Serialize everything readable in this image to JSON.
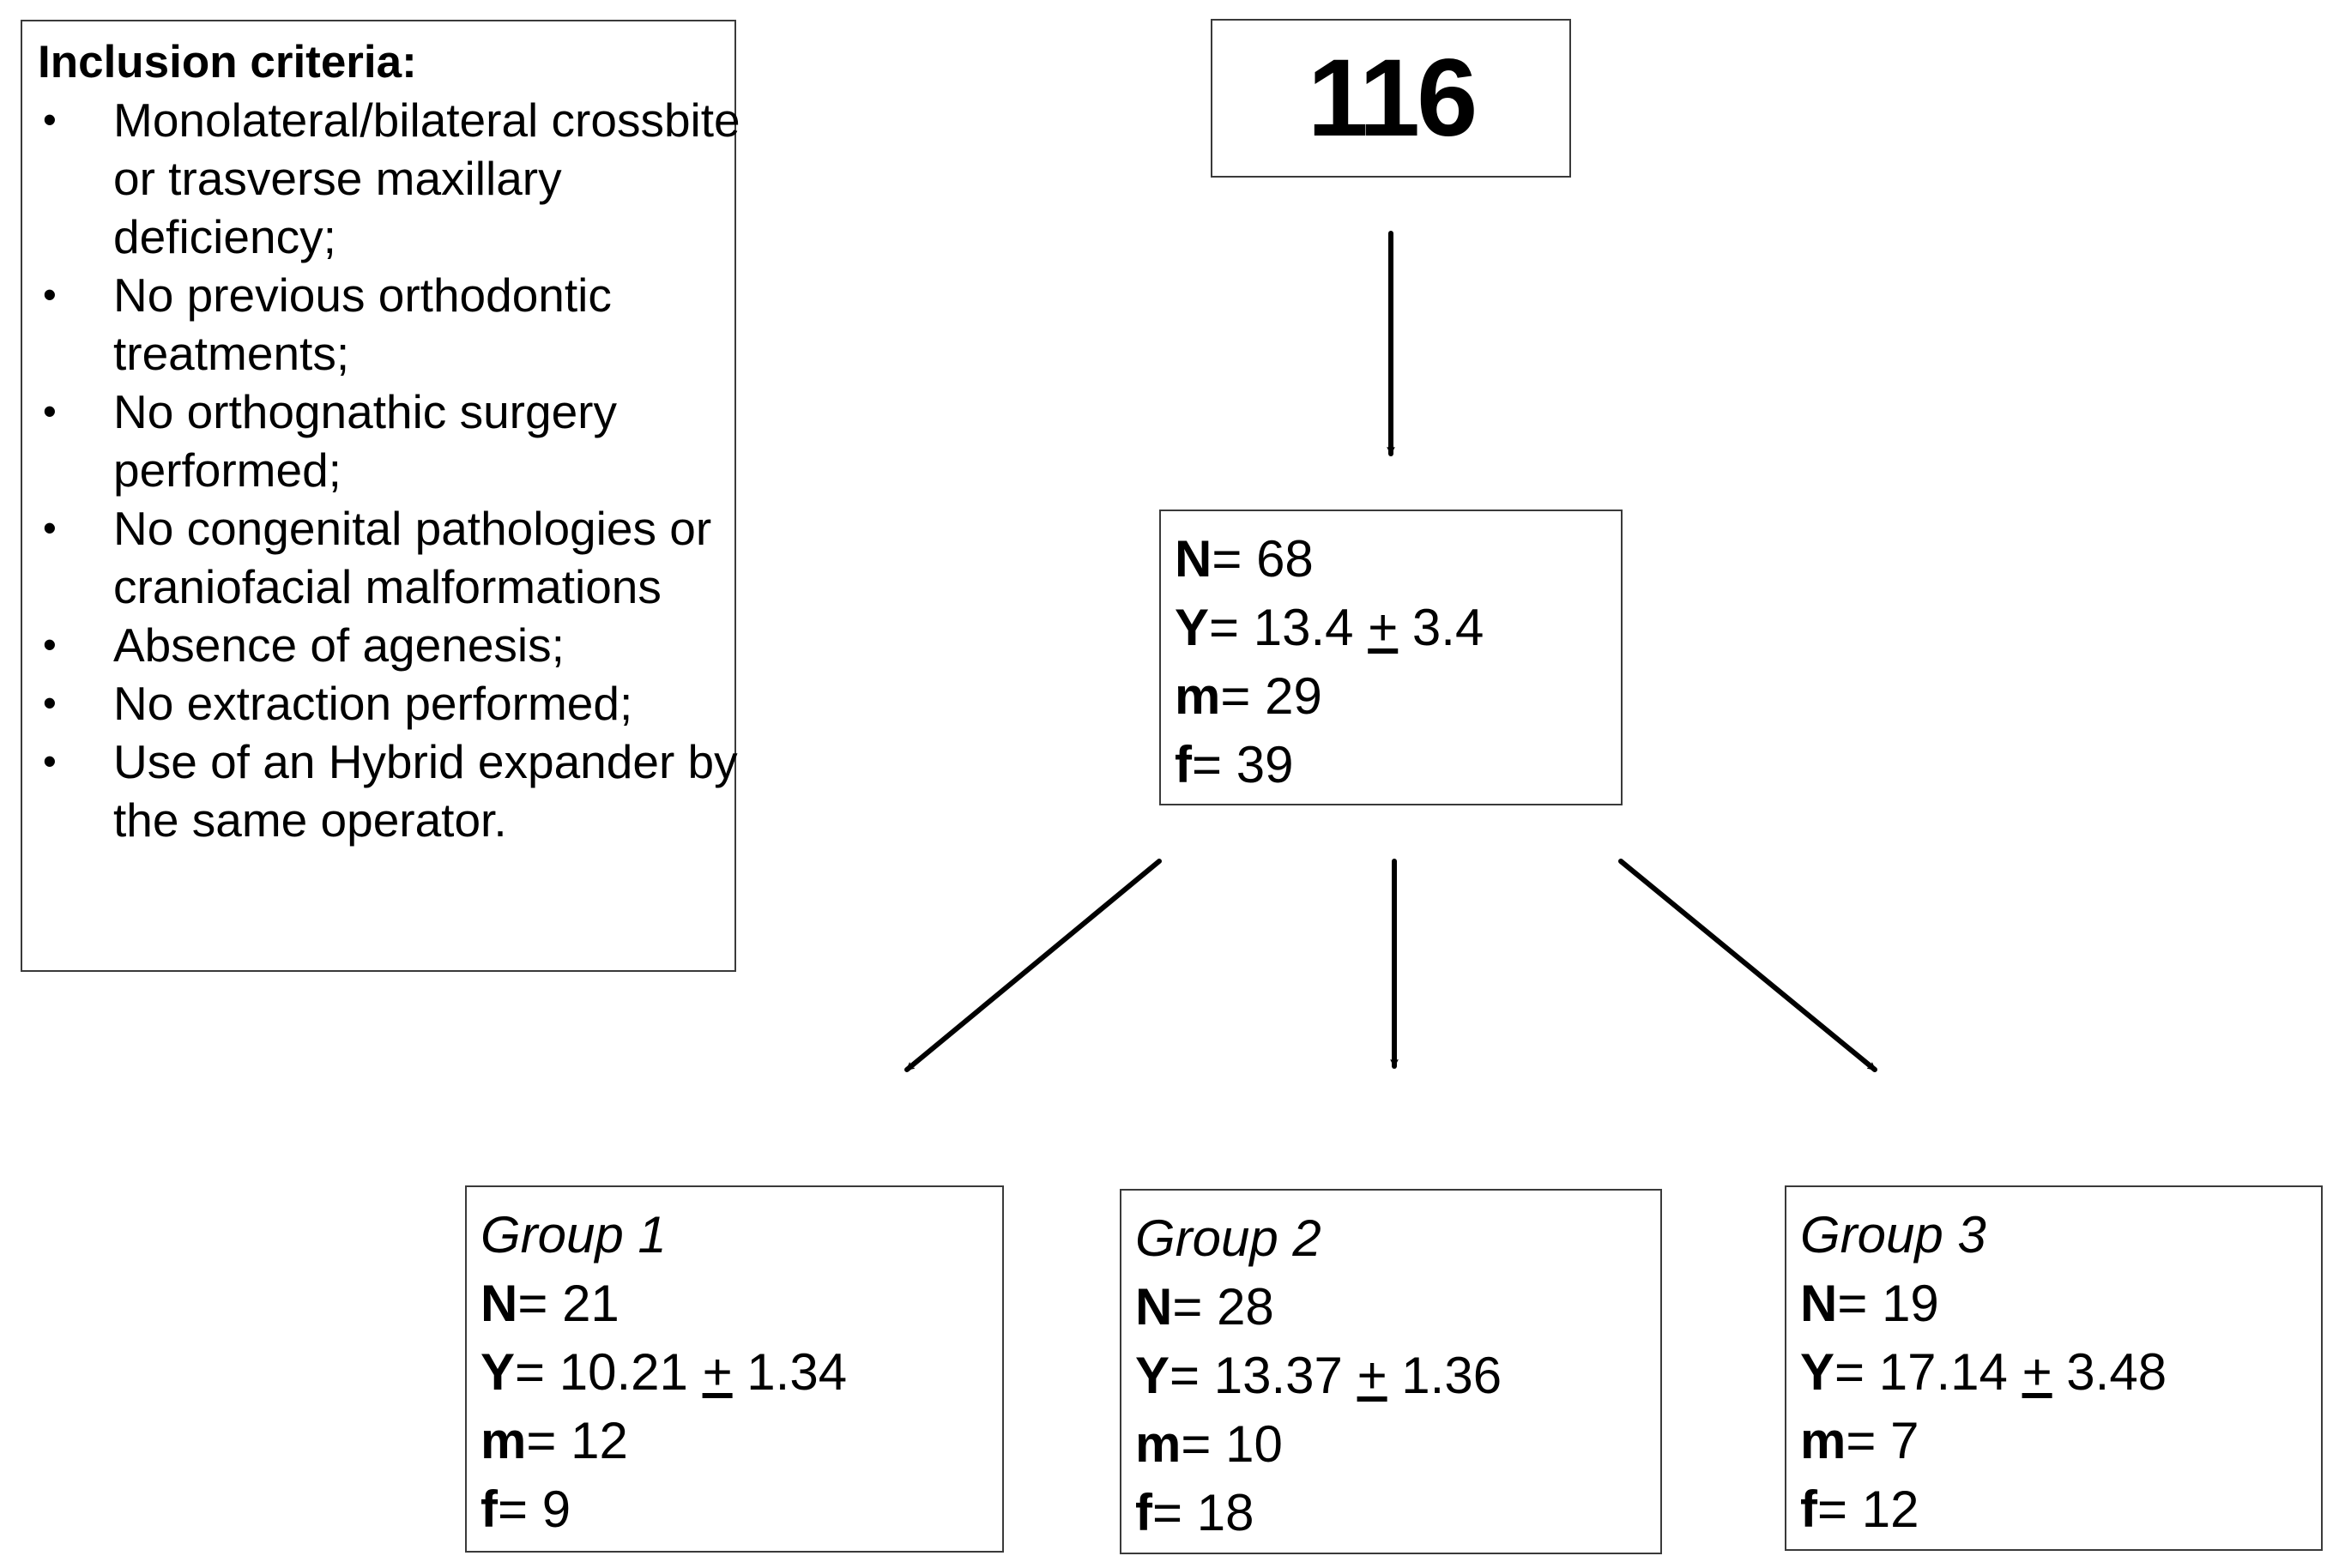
{
  "criteria": {
    "title": "Inclusion criteria:",
    "bullet": "•",
    "items": [
      "Monolateral/bilateral crossbite or trasverse maxillary deficiency;",
      "No previous orthodontic treatments;",
      "No orthognathic surgery performed;",
      "No congenital pathologies or craniofacial malformations",
      "Absence of agenesis;",
      "No extraction performed;",
      "Use of an Hybrid expander by the same operator."
    ]
  },
  "total": {
    "value": "116"
  },
  "labels": {
    "n": "N",
    "y": "Y",
    "m": "m",
    "f": "f",
    "eq": "= ",
    "pm": "+"
  },
  "sample": {
    "n": "68",
    "y_mean": "13.4",
    "y_sd": "3.4",
    "m": "29",
    "f": "39"
  },
  "groups": [
    {
      "name": "Group 1",
      "n": "21",
      "y_mean": "10.21",
      "y_sd": "1.34",
      "m": "12",
      "f": "9"
    },
    {
      "name": "Group 2",
      "n": "28",
      "y_mean": "13.37",
      "y_sd": "1.36",
      "m": "10",
      "f": "18"
    },
    {
      "name": "Group 3",
      "n": "19",
      "y_mean": "17.14",
      "y_sd": "3.48",
      "m": "7",
      "f": "12"
    }
  ]
}
